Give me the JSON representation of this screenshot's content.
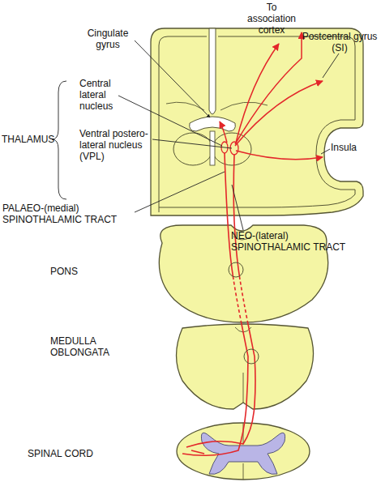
{
  "diagram": {
    "labels": [
      "To association cortex",
      "Cingulate gyrus",
      "Postcentral gyrus (SI)",
      "Central lateral nucleus",
      "THALAMUS",
      "Ventral postero- lateral nucleus (VPL)",
      "Insula",
      "PALAEO-(medial) SPINOTHALAMIC TRACT",
      "NEO-(lateral) SPINOTHALAMIC TRACT",
      "PONS",
      "MEDULLA OBLONGATA",
      "SPINAL CORD"
    ]
  }
}
